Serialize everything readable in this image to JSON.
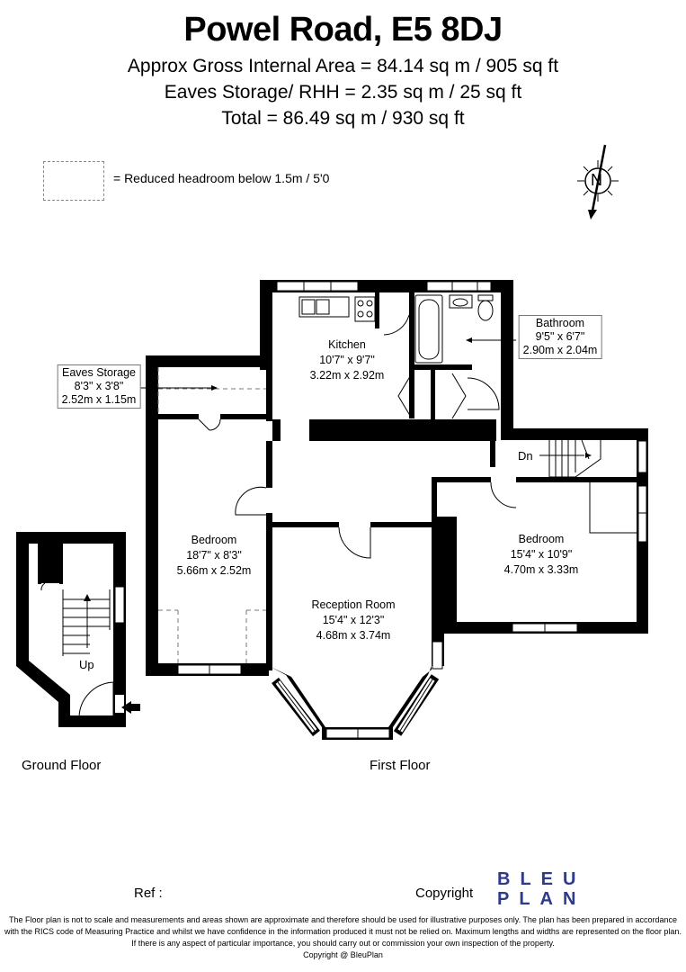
{
  "header": {
    "address": "Powel Road, E5 8DJ",
    "gross_area": "Approx Gross Internal Area = 84.14 sq m / 905 sq ft",
    "eaves_area": "Eaves Storage/ RHH = 2.35 sq m / 25 sq ft",
    "total_area": "Total = 86.49 sq m / 930 sq ft"
  },
  "legend": {
    "text": "= Reduced headroom below 1.5m / 5'0"
  },
  "compass": {
    "letter": "N"
  },
  "rooms": {
    "kitchen": {
      "name": "Kitchen",
      "imperial": "10'7\" x 9'7\"",
      "metric": "3.22m x 2.92m"
    },
    "bathroom": {
      "name": "Bathroom",
      "imperial": "9'5\" x 6'7\"",
      "metric": "2.90m x 2.04m"
    },
    "eaves": {
      "name": "Eaves Storage",
      "imperial": "8'3\" x 3'8\"",
      "metric": "2.52m x 1.15m"
    },
    "bedroom1": {
      "name": "Bedroom",
      "imperial": "18'7\" x 8'3\"",
      "metric": "5.66m x 2.52m"
    },
    "bedroom2": {
      "name": "Bedroom",
      "imperial": "15'4\" x 10'9\"",
      "metric": "4.70m x 3.33m"
    },
    "reception": {
      "name": "Reception Room",
      "imperial": "15'4\" x 12'3\"",
      "metric": "4.68m x 3.74m"
    }
  },
  "stairs": {
    "down": "Dn",
    "up": "Up"
  },
  "floors": {
    "ground": "Ground Floor",
    "first": "First Floor"
  },
  "footer": {
    "ref": "Ref  :",
    "copyright": "Copyright",
    "logo_top": "BLEU",
    "logo_bottom": "PLAN",
    "logo_color": "#2e3a8c",
    "disclaimer_1": "The Floor plan is not to scale and measurements and areas shown are approximate and therefore should be used for illustrative purposes only. The plan has been prepared in accordance",
    "disclaimer_2": "with the RICS code of Measuring Practice and whilst we have confidence in the information produced it must not be relied on. Maximum lengths and widths are represented on the floor plan.",
    "disclaimer_3": "If there is any aspect of particular importance, you should carry out or commission your own inspection of the property.",
    "disclaimer_4": "Copyright @ BleuPlan"
  }
}
